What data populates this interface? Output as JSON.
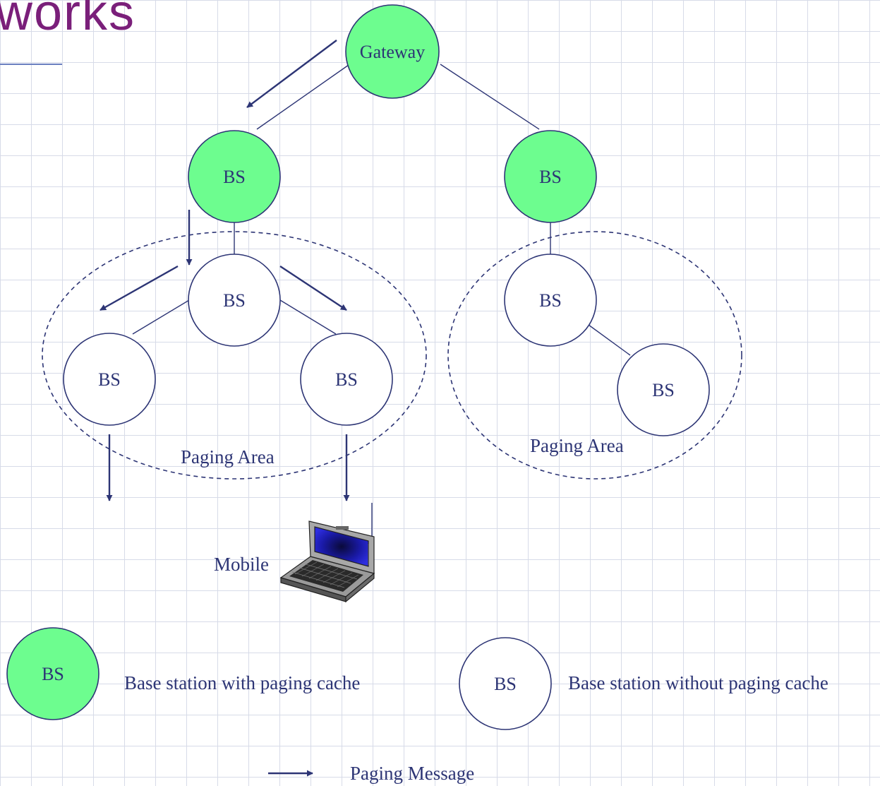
{
  "title": "works",
  "colors": {
    "cache_fill": "#6dfd8f",
    "plain_fill": "#ffffff",
    "stroke": "#2d3575",
    "title": "#7a1f7a"
  },
  "nodes": {
    "gateway": "Gateway",
    "bs_left": "BS",
    "bs_right": "BS",
    "bs_left_mid": "BS",
    "bs_left_a": "BS",
    "bs_left_b": "BS",
    "bs_right_mid": "BS",
    "bs_right_child": "BS"
  },
  "paging_area_left": "Paging Area",
  "paging_area_right": "Paging Area",
  "mobile": {
    "label": "Mobile",
    "icon": "laptop-icon"
  },
  "legend": {
    "cache_node": "BS",
    "cache_text": "Base station with paging cache",
    "plain_node": "BS",
    "plain_text": "Base station without paging cache",
    "arrow_text": "Paging Message"
  }
}
